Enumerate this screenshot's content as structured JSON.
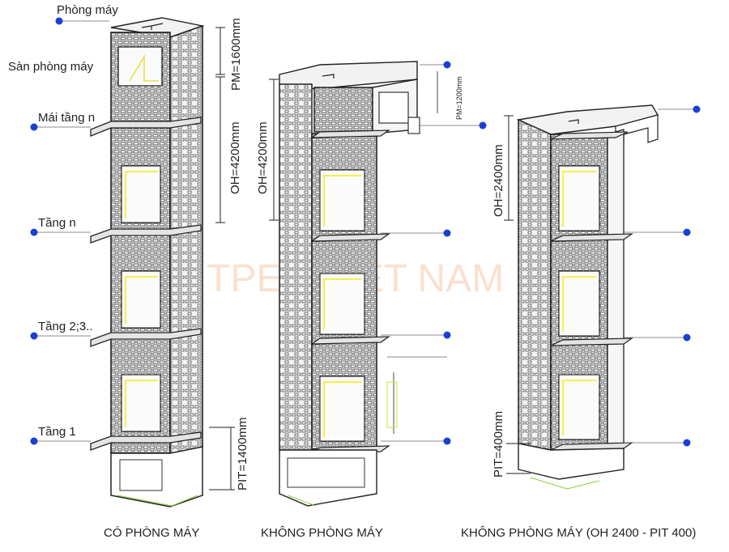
{
  "watermark": "TPEC VIỆT NAM",
  "colors": {
    "marker": "#1a3fd6",
    "frame": "#2b2b2b",
    "slab": "#dcdcdc",
    "cabin_light": "#f4f04a",
    "annotation_green": "#c8e63c"
  },
  "tower1": {
    "labels": {
      "machine_room": "Phòng máy",
      "machine_room_floor": "Sàn phòng máy",
      "roof_floor_n": "Mái tầng n",
      "floor_n": "Tầng n",
      "floor_2_3": "Tầng 2;3..",
      "floor_1": "Tầng 1"
    },
    "dims": {
      "pm": "PM=1600mm",
      "oh": "OH=4200mm",
      "pit": "PIT=1400mm"
    },
    "caption": "CÓ PHÒNG MÁY"
  },
  "tower2": {
    "dims": {
      "oh": "OH=4200mm",
      "pm": "PM=1200mm"
    },
    "caption": "KHÔNG PHÒNG MÁY"
  },
  "tower3": {
    "dims": {
      "oh": "OH=2400mm",
      "pit": "PIT=400mm"
    },
    "caption": "KHÔNG PHÒNG MÁY (OH 2400 - PIT 400)"
  }
}
